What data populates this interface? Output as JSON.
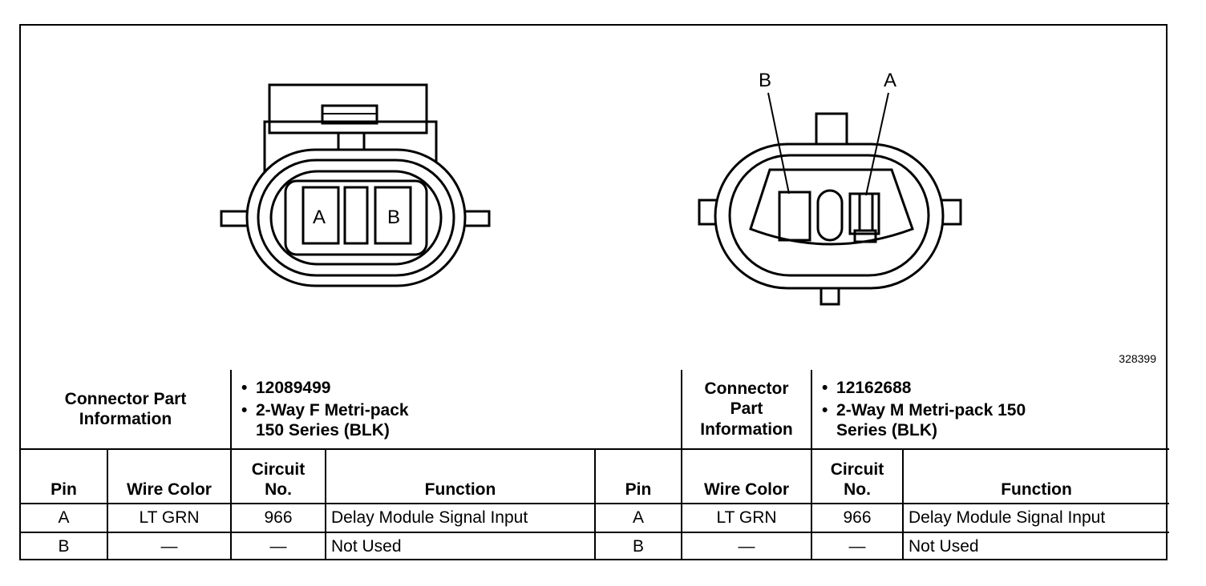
{
  "figure_id": "328399",
  "female_connector": {
    "pin_labels": [
      "A",
      "B"
    ],
    "part_info_label": [
      "Connector Part",
      "Information"
    ],
    "part_info_items": [
      "12089499",
      "2-Way F Metri-pack 150 Series (BLK)"
    ],
    "headers": {
      "pin": "Pin",
      "wire_color": "Wire Color",
      "circuit": "Circuit No.",
      "function": "Function"
    },
    "rows": [
      {
        "pin": "A",
        "wire_color": "LT GRN",
        "circuit": "966",
        "function": "Delay Module Signal Input"
      },
      {
        "pin": "B",
        "wire_color": "—",
        "circuit": "—",
        "function": "Not Used"
      }
    ]
  },
  "male_connector": {
    "pin_labels": [
      "B",
      "A"
    ],
    "part_info_label": [
      "Connector Part",
      "Information"
    ],
    "part_info_items": [
      "12162688",
      "2-Way M Metri-pack 150 Series (BLK)"
    ],
    "headers": {
      "pin": "Pin",
      "wire_color": "Wire Color",
      "circuit": "Circuit No.",
      "function": "Function"
    },
    "rows": [
      {
        "pin": "A",
        "wire_color": "LT GRN",
        "circuit": "966",
        "function": "Delay Module Signal Input"
      },
      {
        "pin": "B",
        "wire_color": "—",
        "circuit": "—",
        "function": "Not Used"
      }
    ]
  }
}
